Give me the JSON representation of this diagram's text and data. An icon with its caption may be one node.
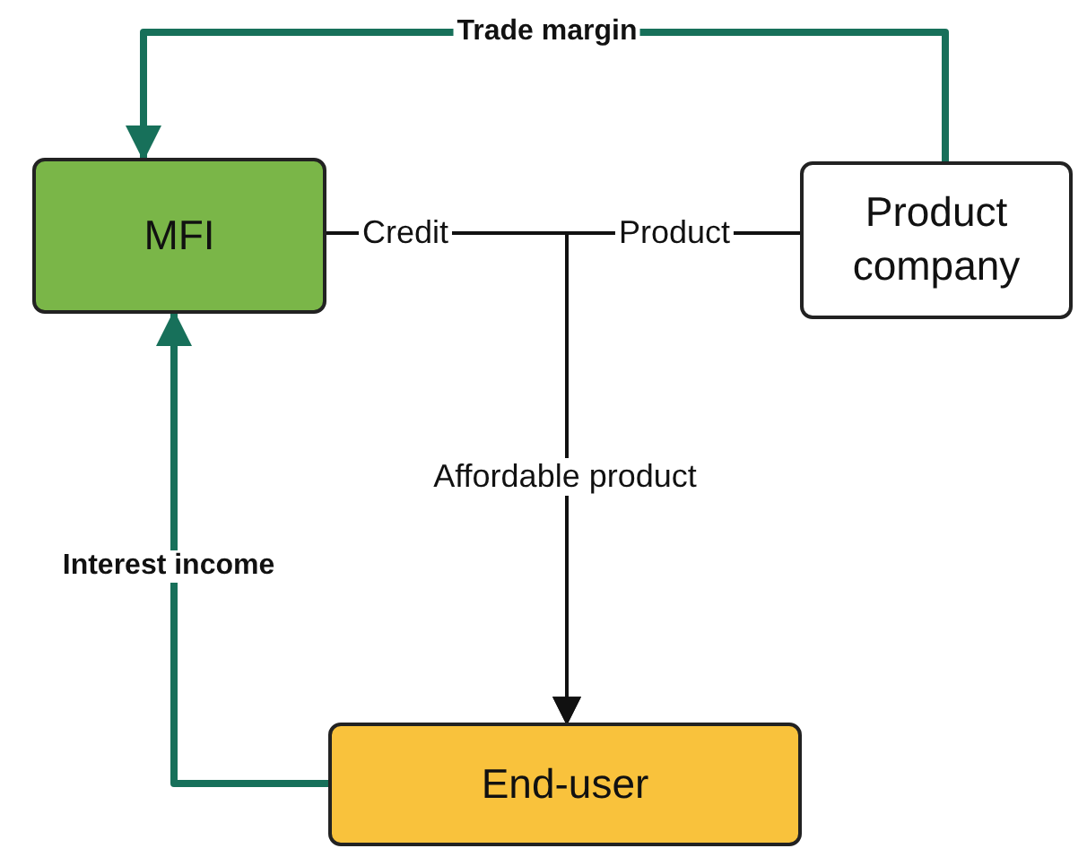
{
  "diagram": {
    "nodes": [
      {
        "text": [
          "MFI"
        ]
      },
      {
        "text": [
          "Product company"
        ]
      },
      {
        "text": [
          "End-user"
        ]
      }
    ],
    "edges": [
      {
        "from": 1,
        "to": 0,
        "arrow": "to",
        "label": "Trade margin",
        "style": "thick",
        "color": "#17705a"
      },
      {
        "from": 2,
        "to": 0,
        "arrow": "to",
        "label": "Interest income",
        "style": "thick",
        "color": "#17705a"
      },
      {
        "from": 0,
        "to": 2,
        "arrow": "to",
        "label": "Credit",
        "color": "#111111"
      },
      {
        "from": 1,
        "to": 2,
        "arrow": "to",
        "label": "Product",
        "color": "#111111"
      }
    ],
    "labels": [
      "Affordable product"
    ]
  }
}
